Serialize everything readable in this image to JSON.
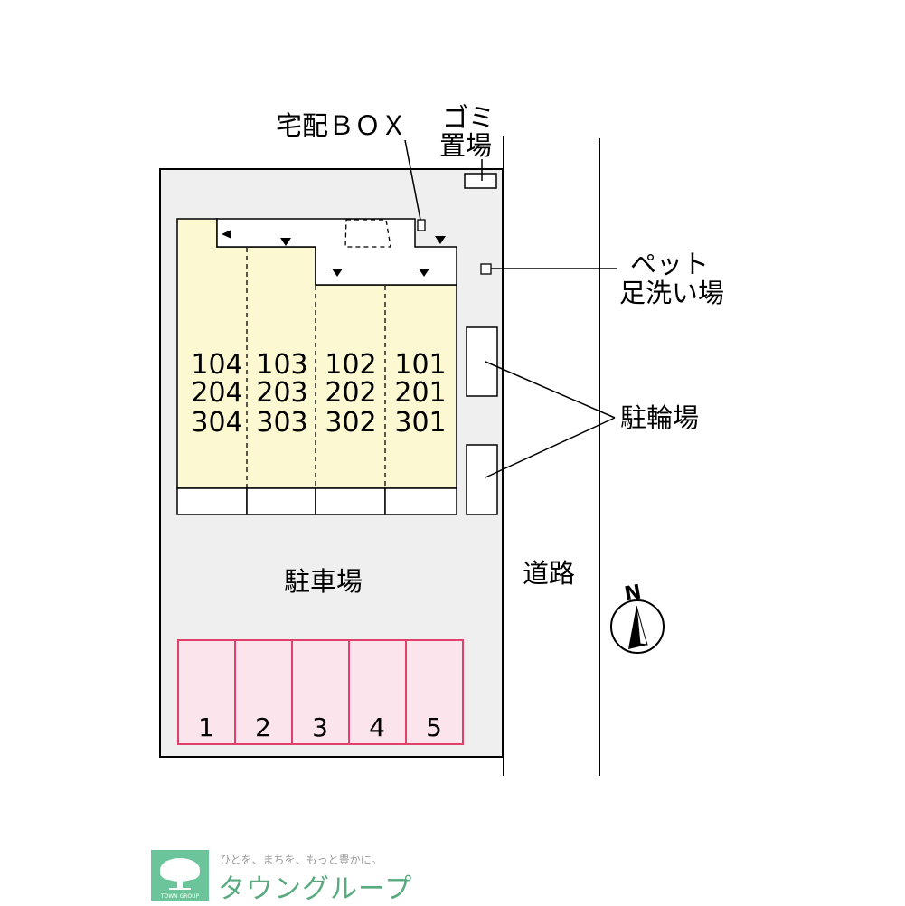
{
  "labels": {
    "delivery_box": "宅配ＢＯＸ",
    "garbage_line1": "ゴミ",
    "garbage_line2": "置場",
    "pet_line1": "ペット",
    "pet_line2": "足洗い場",
    "bicycle": "駐輪場",
    "parking": "駐車場",
    "road": "道路",
    "north": "N"
  },
  "units": [
    {
      "floor1": "104",
      "floor2": "204",
      "floor3": "304"
    },
    {
      "floor1": "103",
      "floor2": "203",
      "floor3": "303"
    },
    {
      "floor1": "102",
      "floor2": "202",
      "floor3": "302"
    },
    {
      "floor1": "101",
      "floor2": "201",
      "floor3": "301"
    }
  ],
  "parking_spaces": [
    "1",
    "2",
    "3",
    "4",
    "5"
  ],
  "logo": {
    "tagline": "ひとを、まちを、もっと豊かに。",
    "brand": "タウングループ",
    "mark_text": "TOWN GROUP"
  },
  "colors": {
    "site": "#efefef",
    "building": "#fbf8d2",
    "parking_fill": "#fce4ec",
    "parking_stroke": "#e0406a",
    "brand": "#5aaa80"
  }
}
